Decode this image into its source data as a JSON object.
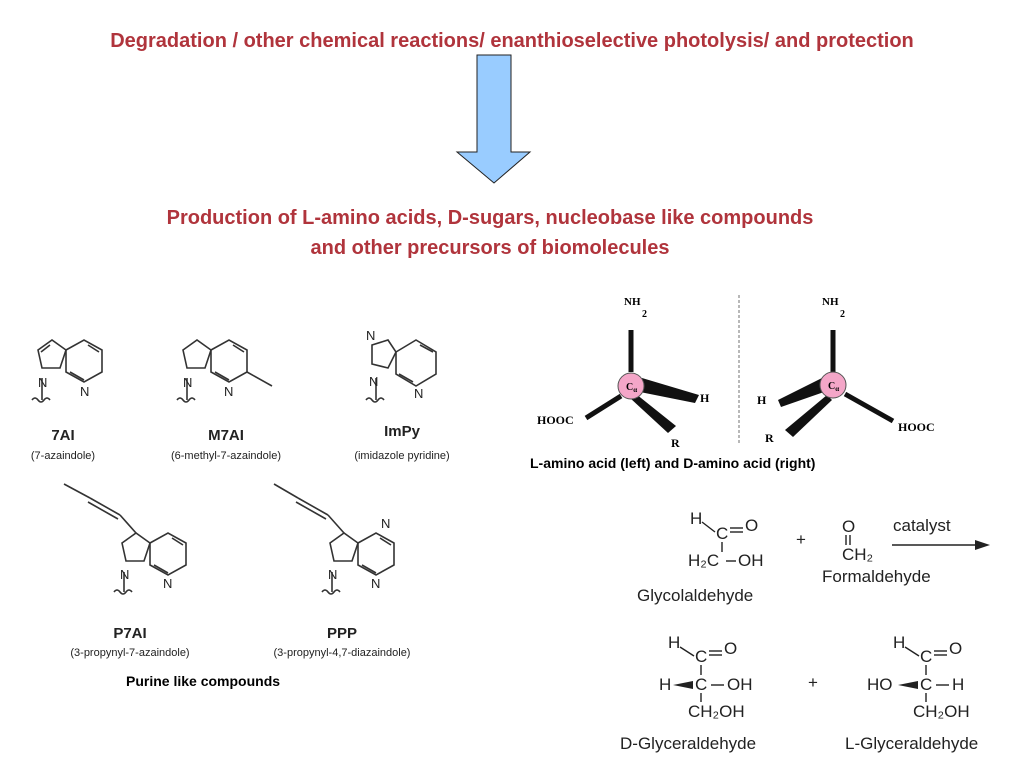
{
  "headings": {
    "top": "Degradation / other chemical reactions/ enanthioselective photolysis/ and protection",
    "middle_line1": "Production of L-amino acids, D-sugars, nucleobase like compounds",
    "middle_line2": "and other precursors of biomolecules"
  },
  "arrow_color": "#99ccff",
  "heading_color": "#b0343c",
  "purines": {
    "caption": "Purine like compounds",
    "compounds": [
      {
        "abbr": "7AI",
        "name": "(7-azaindole)"
      },
      {
        "abbr": "M7AI",
        "name": "(6-methyl-7-azaindole)"
      },
      {
        "abbr": "ImPy",
        "name": "(imidazole pyridine)"
      },
      {
        "abbr": "P7AI",
        "name": "(3-propynyl-7-azaindole)"
      },
      {
        "abbr": "PPP",
        "name": "(3-propynyl-4,7-diazaindole)"
      }
    ],
    "atom_N": "N"
  },
  "amino": {
    "caption": "L-amino acid (left) and D-amino acid (right)",
    "nh": "NH",
    "sub2": "2",
    "center": "C",
    "center_sub": "α",
    "h": "H",
    "r": "R",
    "hooc": "HOOC",
    "center_color": "#f4a6c8"
  },
  "sugars": {
    "glycolaldehyde": "Glycolaldehyde",
    "formaldehyde": "Formaldehyde",
    "catalyst": "catalyst",
    "plus": "+",
    "d_glyceraldehyde": "D-Glyceraldehyde",
    "l_glyceraldehyde": "L-Glyceraldehyde",
    "atoms": {
      "H": "H",
      "C": "C",
      "O": "O",
      "OH": "OH",
      "HO": "HO",
      "H2C": "H₂C",
      "CH2": "CH₂",
      "CH2OH": "CH₂OH",
      "bond": "=",
      "single": "–"
    }
  }
}
